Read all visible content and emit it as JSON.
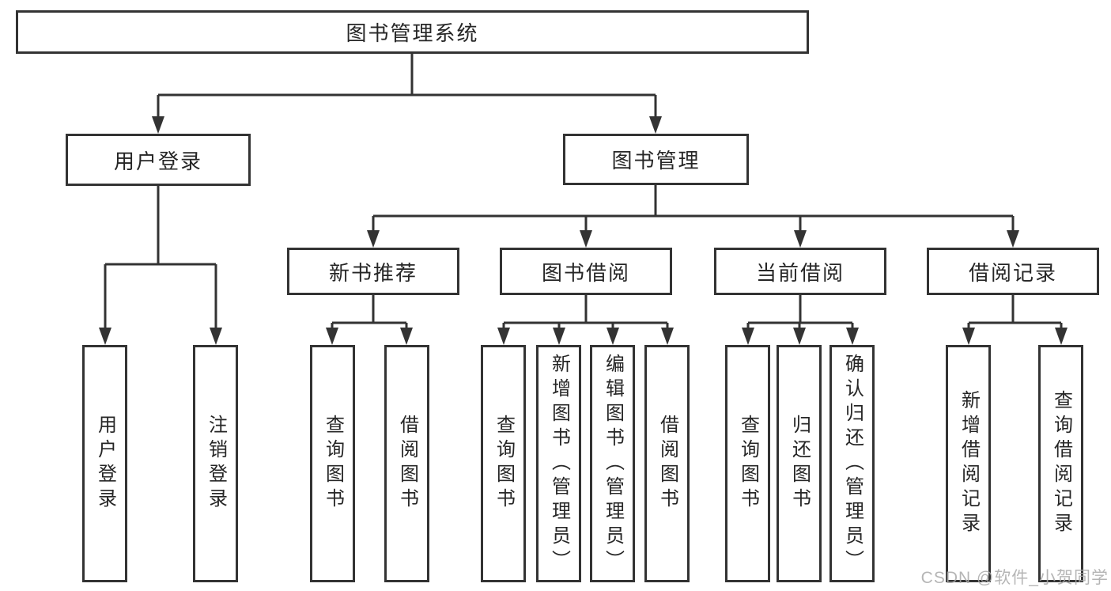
{
  "diagram": {
    "root_label": "图书管理系统",
    "branch_user": {
      "label": "用户登录",
      "leaves": [
        "用户登录",
        "注销登录"
      ]
    },
    "branch_books": {
      "label": "图书管理",
      "sections": [
        {
          "label": "新书推荐",
          "leaves": [
            "查询图书",
            "借阅图书"
          ]
        },
        {
          "label": "图书借阅",
          "leaves": [
            "查询图书",
            "新增图书（管理员）",
            "编辑图书（管理员）",
            "借阅图书"
          ]
        },
        {
          "label": "当前借阅",
          "leaves": [
            "查询图书",
            "归还图书",
            "确认归还（管理员）"
          ]
        },
        {
          "label": "借阅记录",
          "leaves": [
            "新增借阅记录",
            "查询借阅记录"
          ]
        }
      ]
    },
    "colors": {
      "line": "#333333",
      "text": "#262626",
      "background": "#ffffff",
      "watermark": "#a9a9a9"
    }
  },
  "watermark": {
    "text": "CSDN @软件_小贺同学"
  }
}
